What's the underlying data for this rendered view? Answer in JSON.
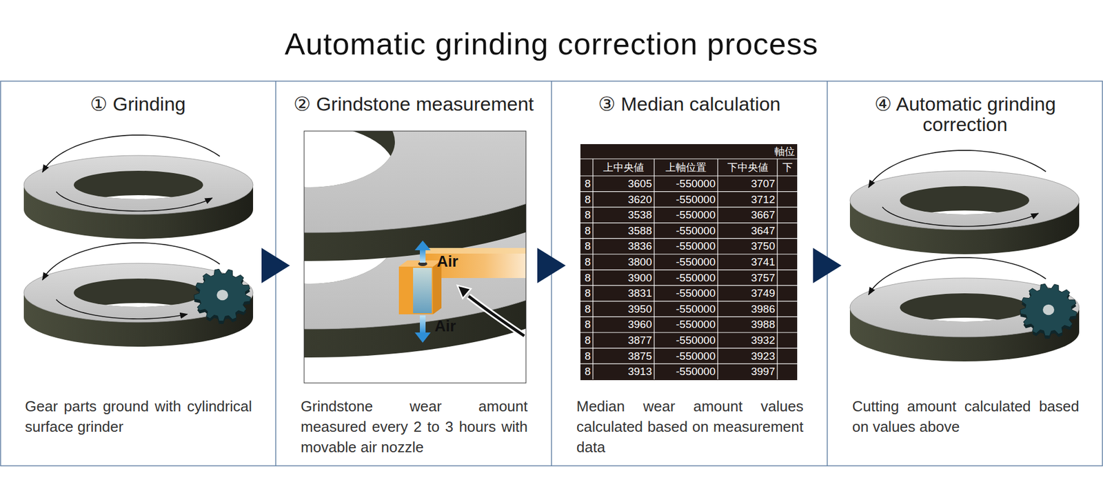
{
  "diagram": {
    "title": "Automatic grinding correction process",
    "nodes": [
      {
        "text": [
          "① Grinding",
          "Gear parts ground with cylindrical surface grinder"
        ]
      },
      {
        "text": [
          "② Grindstone measurement",
          "Grindstone wear amount measured every 2 to 3 hours with movable air nozzle"
        ]
      },
      {
        "text": [
          "③ Median calculation",
          "Median wear amount values calculated based on measurement data"
        ]
      },
      {
        "text": [
          "④ Automatic grinding correction",
          "Cutting amount calculated based on values above"
        ]
      }
    ],
    "edges": [
      {
        "from": 0,
        "to": 1,
        "arrow": "to"
      },
      {
        "from": 1,
        "to": 2,
        "arrow": "to"
      },
      {
        "from": 2,
        "to": 3,
        "arrow": "to"
      }
    ],
    "labels": [
      "Air",
      "Air",
      "軸位",
      "上中央値",
      "上軸位置",
      "下中央値",
      "下",
      "8",
      "3605",
      "-550000",
      "3707",
      "8",
      "3620",
      "-550000",
      "3712",
      "8",
      "3538",
      "-550000",
      "3667",
      "8",
      "3588",
      "-550000",
      "3647",
      "8",
      "3836",
      "-550000",
      "3750",
      "8",
      "3800",
      "-550000",
      "3741",
      "8",
      "3900",
      "-550000",
      "3757",
      "8",
      "3831",
      "-550000",
      "3749",
      "8",
      "3950",
      "-550000",
      "3986",
      "8",
      "3960",
      "-550000",
      "3988",
      "8",
      "3877",
      "-550000",
      "3932",
      "8",
      "3875",
      "-550000",
      "3923",
      "8",
      "3913",
      "-550000",
      "3997"
    ]
  }
}
